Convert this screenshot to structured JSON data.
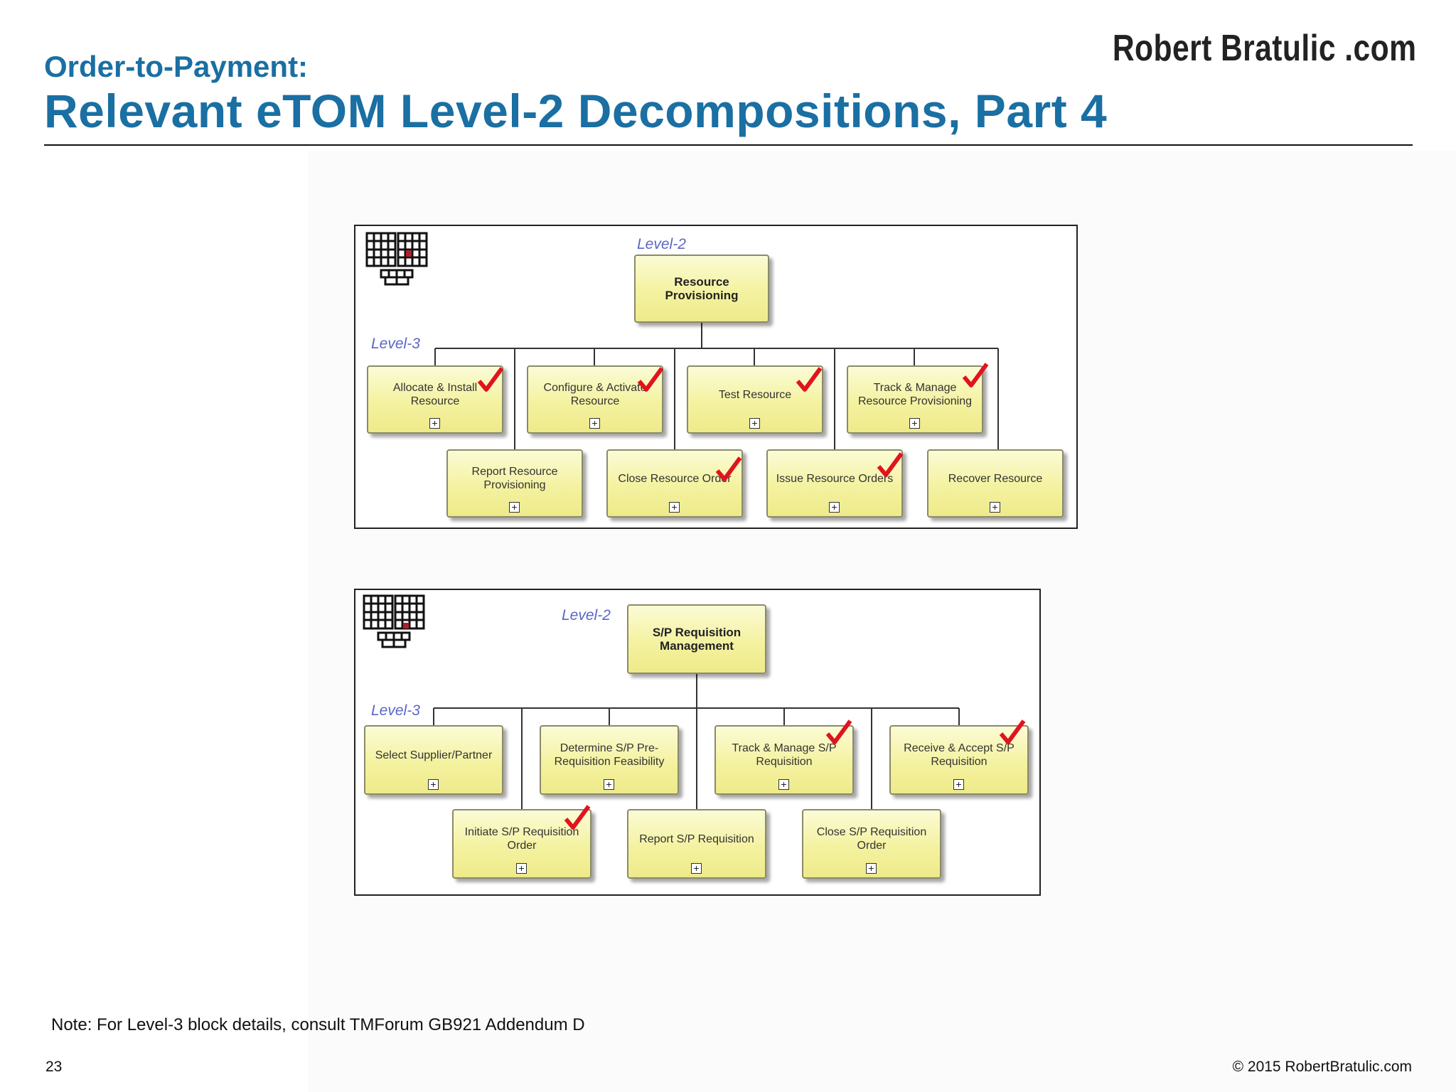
{
  "header": {
    "subtitle": "Order-to-Payment:",
    "title": "Relevant eTOM Level-2 Decompositions, Part 4",
    "logo": "Robert Bratulic .com"
  },
  "diagrams": [
    {
      "level2_label": "Level-2",
      "level3_label": "Level-3",
      "root": "Resource Provisioning",
      "row1": [
        {
          "label": "Allocate & Install Resource",
          "checked": true
        },
        {
          "label": "Configure & Activate Resource",
          "checked": true
        },
        {
          "label": "Test Resource",
          "checked": true
        },
        {
          "label": "Track & Manage Resource Provisioning",
          "checked": true
        }
      ],
      "row2": [
        {
          "label": "Report Resource Provisioning",
          "checked": false
        },
        {
          "label": "Close Resource Order",
          "checked": true
        },
        {
          "label": "Issue Resource Orders",
          "checked": true
        },
        {
          "label": "Recover Resource",
          "checked": false
        }
      ]
    },
    {
      "level2_label": "Level-2",
      "level3_label": "Level-3",
      "root": "S/P Requisition Management",
      "row1": [
        {
          "label": "Select Supplier/Partner",
          "checked": false
        },
        {
          "label": "Determine S/P Pre-Requisition Feasibility",
          "checked": false
        },
        {
          "label": "Track & Manage S/P Requisition",
          "checked": true
        },
        {
          "label": "Receive & Accept S/P Requisition",
          "checked": true
        }
      ],
      "row2": [
        {
          "label": "Initiate S/P Requisition Order",
          "checked": true
        },
        {
          "label": "Report S/P Requisition",
          "checked": false
        },
        {
          "label": "Close S/P Requisition Order",
          "checked": false
        }
      ]
    }
  ],
  "footer": {
    "note": "Note: For Level-3 block details, consult TMForum GB921 Addendum D",
    "page_number": "23",
    "copyright": "© 2015 RobertBratulic.com"
  },
  "colors": {
    "title": "#1a6fa3",
    "level_label": "#5a66c6",
    "box_fill": "#f4f2a0",
    "check": "#e0141e"
  }
}
